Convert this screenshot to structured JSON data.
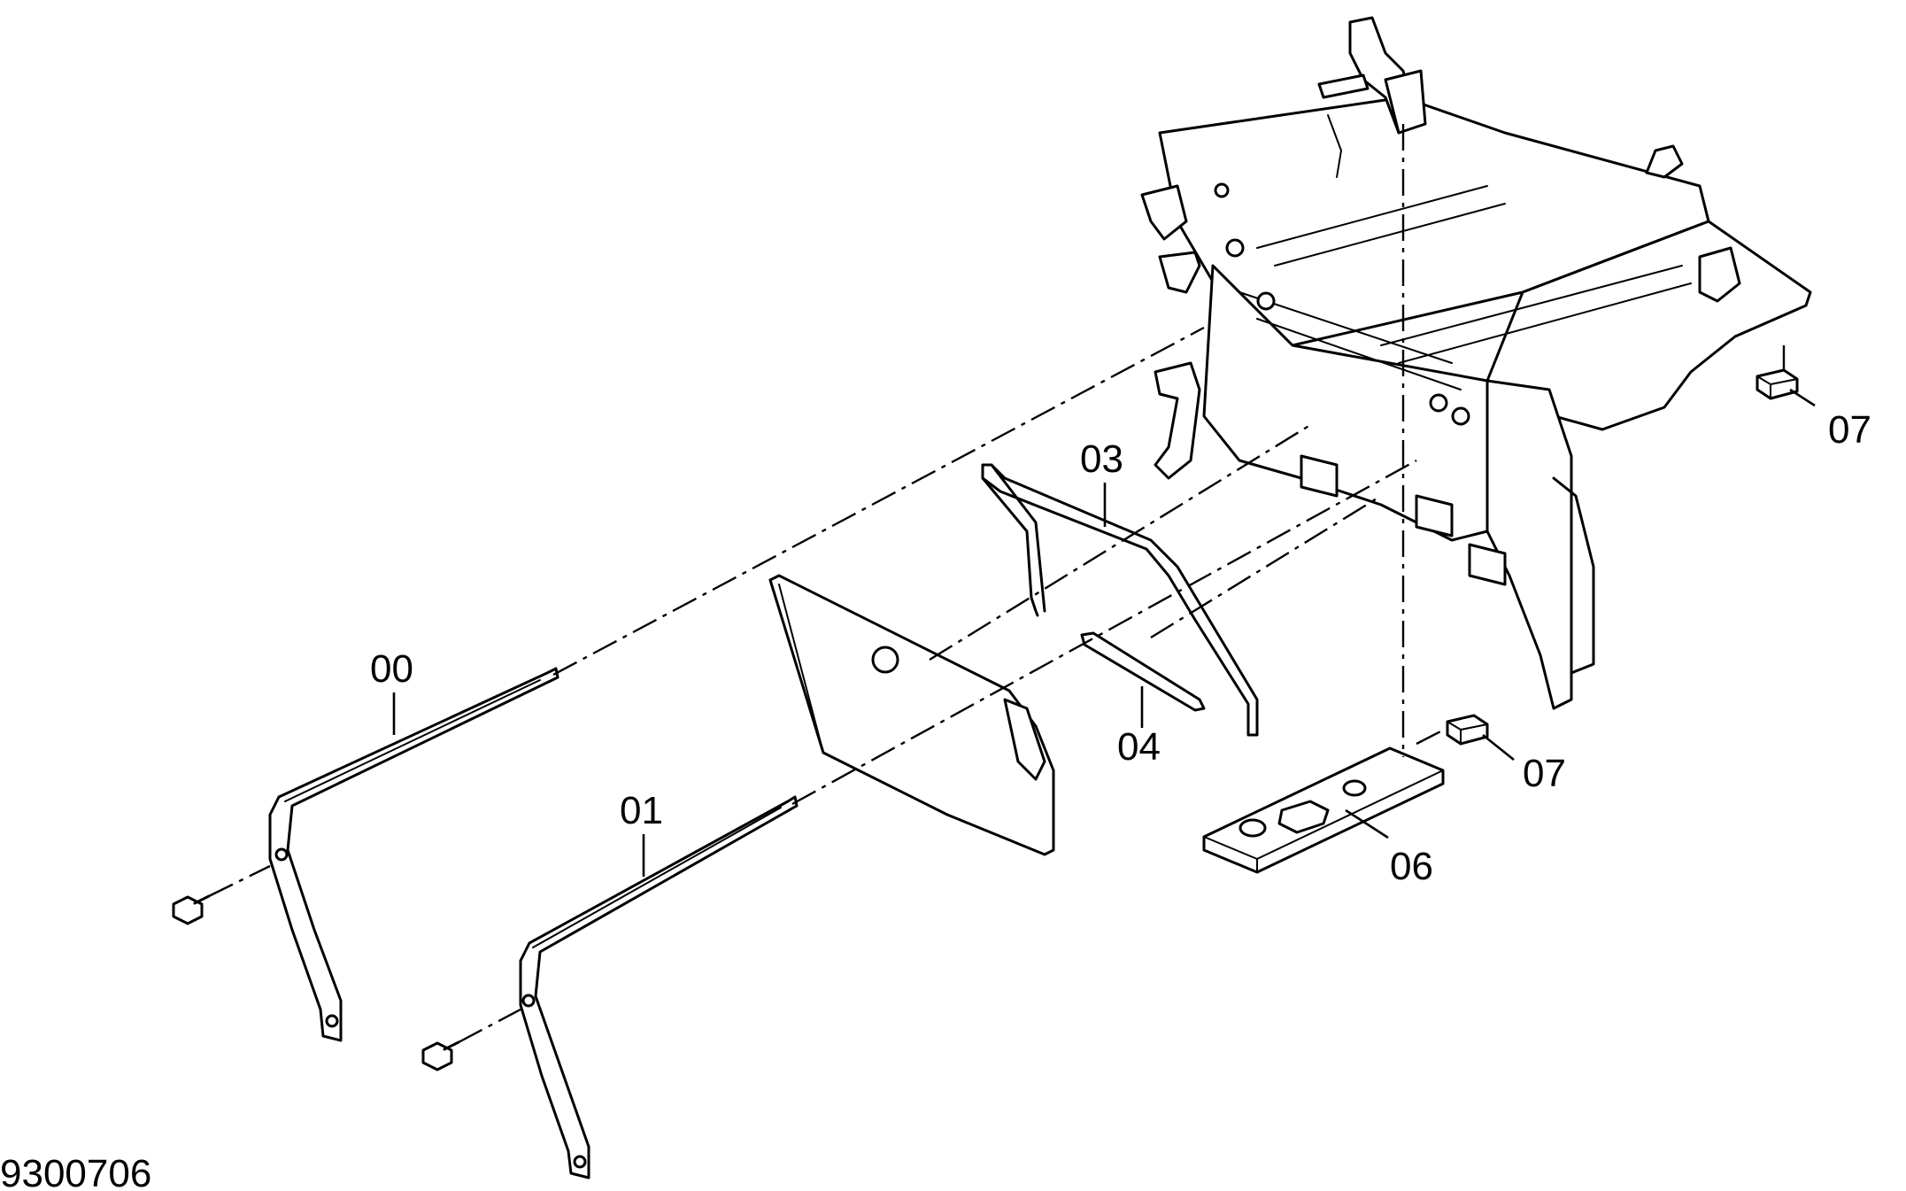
{
  "diagram": {
    "document_id": "9300706",
    "callouts": [
      {
        "id": "00",
        "text": "00"
      },
      {
        "id": "01",
        "text": "01"
      },
      {
        "id": "03",
        "text": "03"
      },
      {
        "id": "04",
        "text": "04"
      },
      {
        "id": "06",
        "text": "06"
      },
      {
        "id": "07a",
        "text": "07"
      },
      {
        "id": "07b",
        "text": "07"
      }
    ]
  }
}
